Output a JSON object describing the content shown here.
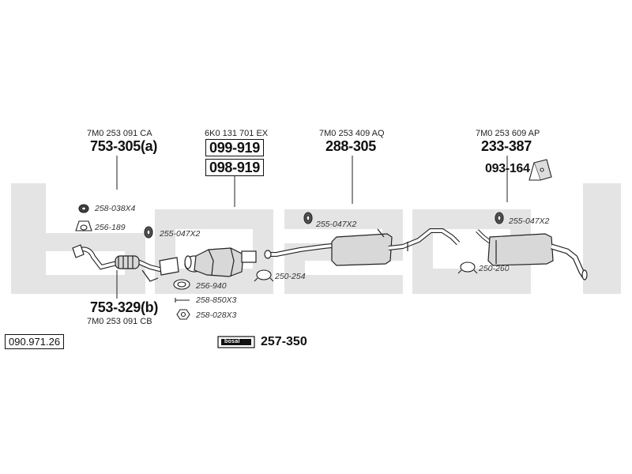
{
  "colors": {
    "watermark": "#e4e4e4",
    "line": "#222222",
    "part_fill": "#d8d8d8"
  },
  "catalog_number": "090.971.26",
  "watermark_brand": "bosal",
  "brand_logo": "bosal",
  "set": {
    "part_number": "257-350"
  },
  "groups": [
    {
      "id": "front-pipe",
      "oem": "7M0 253 091 CA",
      "part_number": "753-305(a)"
    },
    {
      "id": "catalyst",
      "oem": "6K0 131 701 EX",
      "part_numbers": [
        "099-919",
        "098-919"
      ]
    },
    {
      "id": "middle-silencer",
      "oem": "7M0 253 409 AQ",
      "part_number": "288-305"
    },
    {
      "id": "rear-silencer",
      "oem": "7M0 253 609 AP",
      "part_number": "233-387"
    },
    {
      "id": "front-pipe-b",
      "oem": "7M0 253 091 CB",
      "part_number": "753-329(b)"
    }
  ],
  "bracket": {
    "part_number": "093-164"
  },
  "accessories": [
    {
      "id": "258-038x4",
      "label": "258-038X4"
    },
    {
      "id": "256-189",
      "label": "256-189"
    },
    {
      "id": "255-047x2-a",
      "label": "255-047X2"
    },
    {
      "id": "255-047x2-b",
      "label": "255-047X2"
    },
    {
      "id": "255-047x2-c",
      "label": "255-047X2"
    },
    {
      "id": "256-940",
      "label": "256-940"
    },
    {
      "id": "258-850x3",
      "label": "258-850X3"
    },
    {
      "id": "258-028x3",
      "label": "258-028X3"
    },
    {
      "id": "250-254",
      "label": "250-254"
    },
    {
      "id": "250-260",
      "label": "250-260"
    }
  ]
}
